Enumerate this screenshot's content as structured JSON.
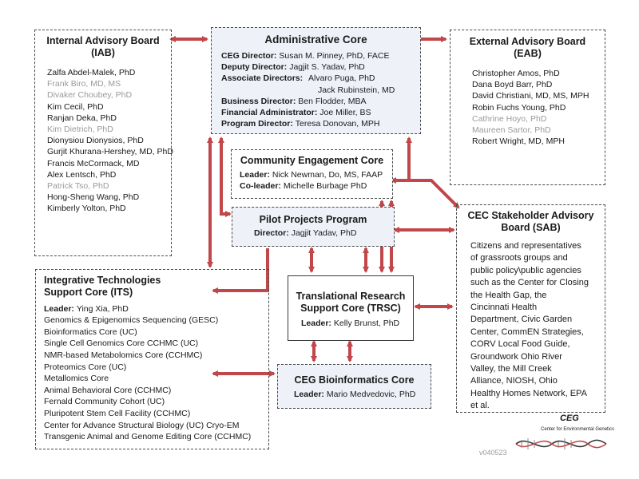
{
  "colors": {
    "arrow": "#c0474a",
    "box_tint": "#eef2f8",
    "muted_text": "#9a9a9a"
  },
  "iab": {
    "title_line1": "Internal Advisory Board",
    "title_line2": "(IAB)",
    "members": [
      {
        "name": "Zalfa Abdel-Malek, PhD",
        "muted": false
      },
      {
        "name": "Frank Biro, MD, MS",
        "muted": true
      },
      {
        "name": "Divaker Choubey, PhD",
        "muted": true
      },
      {
        "name": "Kim Cecil, PhD",
        "muted": false
      },
      {
        "name": "Ranjan Deka, PhD",
        "muted": false
      },
      {
        "name": "Kim Dietrich, PhD",
        "muted": true
      },
      {
        "name": "Dionysiou Dionysios, PhD",
        "muted": false
      },
      {
        "name": "Gurjit Khurana-Hershey, MD, PhD",
        "muted": false
      },
      {
        "name": "Francis McCormack, MD",
        "muted": false
      },
      {
        "name": "Alex Lentsch, PhD",
        "muted": false
      },
      {
        "name": "Patrick Tso, PhD",
        "muted": true
      },
      {
        "name": "Hong-Sheng Wang, PhD",
        "muted": false
      },
      {
        "name": "Kimberly Yolton, PhD",
        "muted": false
      }
    ]
  },
  "admin": {
    "title": "Administrative Core",
    "rows": [
      {
        "label": "CEG Director: ",
        "value": "Susan M. Pinney, PhD, FACE"
      },
      {
        "label": "Deputy Director: ",
        "value": "Jagjit S. Yadav, PhD"
      },
      {
        "label": "Associate Directors: ",
        "value": "Alvaro Puga, PhD"
      },
      {
        "label": "",
        "value": "Jack Rubinstein, MD"
      },
      {
        "label": "Business Director: ",
        "value": "Ben Flodder, MBA"
      },
      {
        "label": "Financial Administrator: ",
        "value": "Joe Miller, BS"
      },
      {
        "label": "Program Director: ",
        "value": "Teresa Donovan, MPH"
      }
    ]
  },
  "eab": {
    "title_line1": "External Advisory Board",
    "title_line2": "(EAB)",
    "members": [
      {
        "name": "Christopher Amos, PhD",
        "muted": false
      },
      {
        "name": "Dana Boyd Barr,  PhD",
        "muted": false
      },
      {
        "name": "David Christiani, MD, MS, MPH",
        "muted": false
      },
      {
        "name": "Robin Fuchs Young, PhD",
        "muted": false
      },
      {
        "name": "Cathrine Hoyo, PhD",
        "muted": true
      },
      {
        "name": "Maureen Sartor, PhD",
        "muted": true
      },
      {
        "name": "Robert Wright, MD, MPH",
        "muted": false
      }
    ]
  },
  "community": {
    "title": "Community  Engagement Core",
    "leader_label": "Leader: ",
    "leader_value": "Nick Newman, Do, MS, FAAP",
    "coleader_label": "Co-leader: ",
    "coleader_value": "Michelle Burbage PhD"
  },
  "pilot": {
    "title": "Pilot Projects Program",
    "director_label": "Director: ",
    "director_value": "Jagjit Yadav, PhD"
  },
  "sab": {
    "title_line1": "CEC Stakeholder Advisory",
    "title_line2": "Board (SAB)",
    "lines": [
      "Citizens and representatives",
      "of grassroots groups and",
      "public policy\\public agencies",
      "such as the Center for Closing",
      "the Health Gap, the",
      "Cincinnati Health",
      "Department, Civic Garden",
      "Center, CommEN Strategies,",
      "CORV Local Food Guide,",
      "Groundwork Ohio River",
      "Valley, the Mill Creek",
      "Alliance,  NIOSH, Ohio",
      "Healthy Homes Network, EPA",
      "et al."
    ]
  },
  "its": {
    "title_line1": "Integrative Technologies",
    "title_line2": "Support Core (ITS)",
    "leader_label": "Leader: ",
    "leader_value": "Ying Xia, PhD",
    "items": [
      "Genomics & Epigenomics Sequencing  (GESC)",
      "Bioinformatics Core  (UC)",
      "Single Cell Genomics Core CCHMC (UC)",
      "NMR-based Metabolomics Core (CCHMC)",
      "Proteomics Core (UC)",
      "Metallomics Core",
      "Animal Behavioral Core (CCHMC)",
      "Fernald Community Cohort (UC)",
      "Pluripotent Stem Cell Facility (CCHMC)",
      "Center for Advance Structural Biology (UC) Cryo-EM",
      "Transgenic Animal and Genome Editing Core (CCHMC)"
    ]
  },
  "trsc": {
    "title_line1": "Translational Research",
    "title_line2": "Support Core (TRSC)",
    "leader_label": "Leader: ",
    "leader_value": "  Kelly Brunst, PhD"
  },
  "bioinf": {
    "title": "CEG Bioinformatics Core",
    "leader_label": "Leader: ",
    "leader_value": "Mario Medvedovic, PhD"
  },
  "logo": {
    "abbr": "CEG",
    "full": "Center for Environmental Genetics"
  },
  "version": "v040523"
}
